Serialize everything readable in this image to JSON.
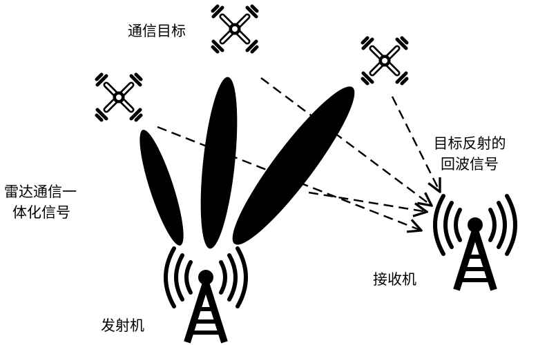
{
  "labels": {
    "comm_target": "通信目标",
    "reflected_echo_line1": "目标反射的",
    "reflected_echo_line2": "回波信号",
    "radar_comm_line1": "雷达通信一",
    "radar_comm_line2": "体化信号",
    "receiver": "接收机",
    "transmitter": "发射机"
  },
  "icons": {
    "drone": "drone-icon",
    "tower": "radio-tower-icon"
  },
  "colors": {
    "ink": "#000000",
    "background": "#ffffff"
  }
}
